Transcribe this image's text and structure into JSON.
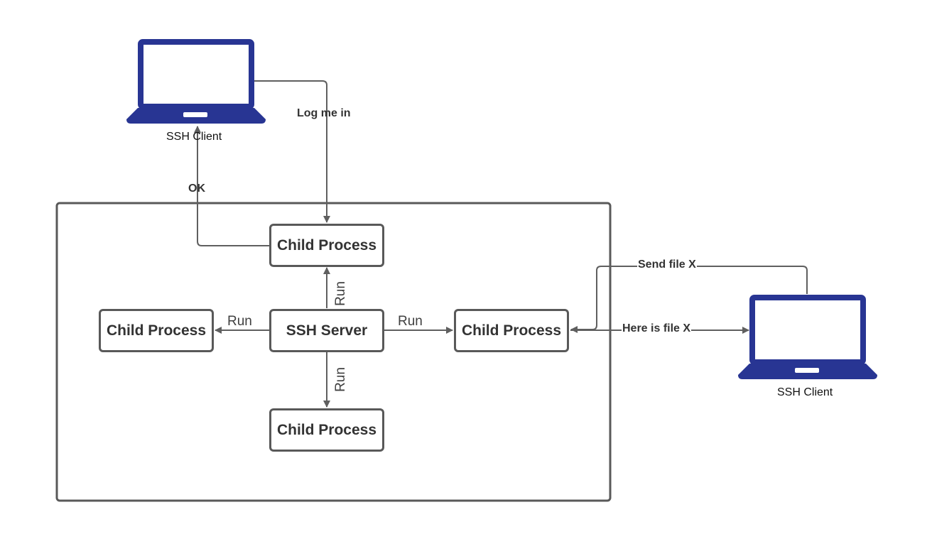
{
  "server": {
    "label": "SSH Server"
  },
  "children": {
    "top": "Child Process",
    "left": "Child Process",
    "right": "Child Process",
    "bottom": "Child Process"
  },
  "edges": {
    "run_top": "Run",
    "run_left": "Run",
    "run_right": "Run",
    "run_bottom": "Run",
    "login": "Log me in",
    "ok": "OK",
    "send_file": "Send file X",
    "here_file": "Here is file X"
  },
  "clients": {
    "top": {
      "label": "SSH Client",
      "icon": "laptop-icon"
    },
    "right": {
      "label": "SSH Client",
      "icon": "laptop-icon"
    }
  },
  "colors": {
    "laptop": "#283593",
    "line": "#5f5f5f",
    "box_border": "#595959"
  }
}
